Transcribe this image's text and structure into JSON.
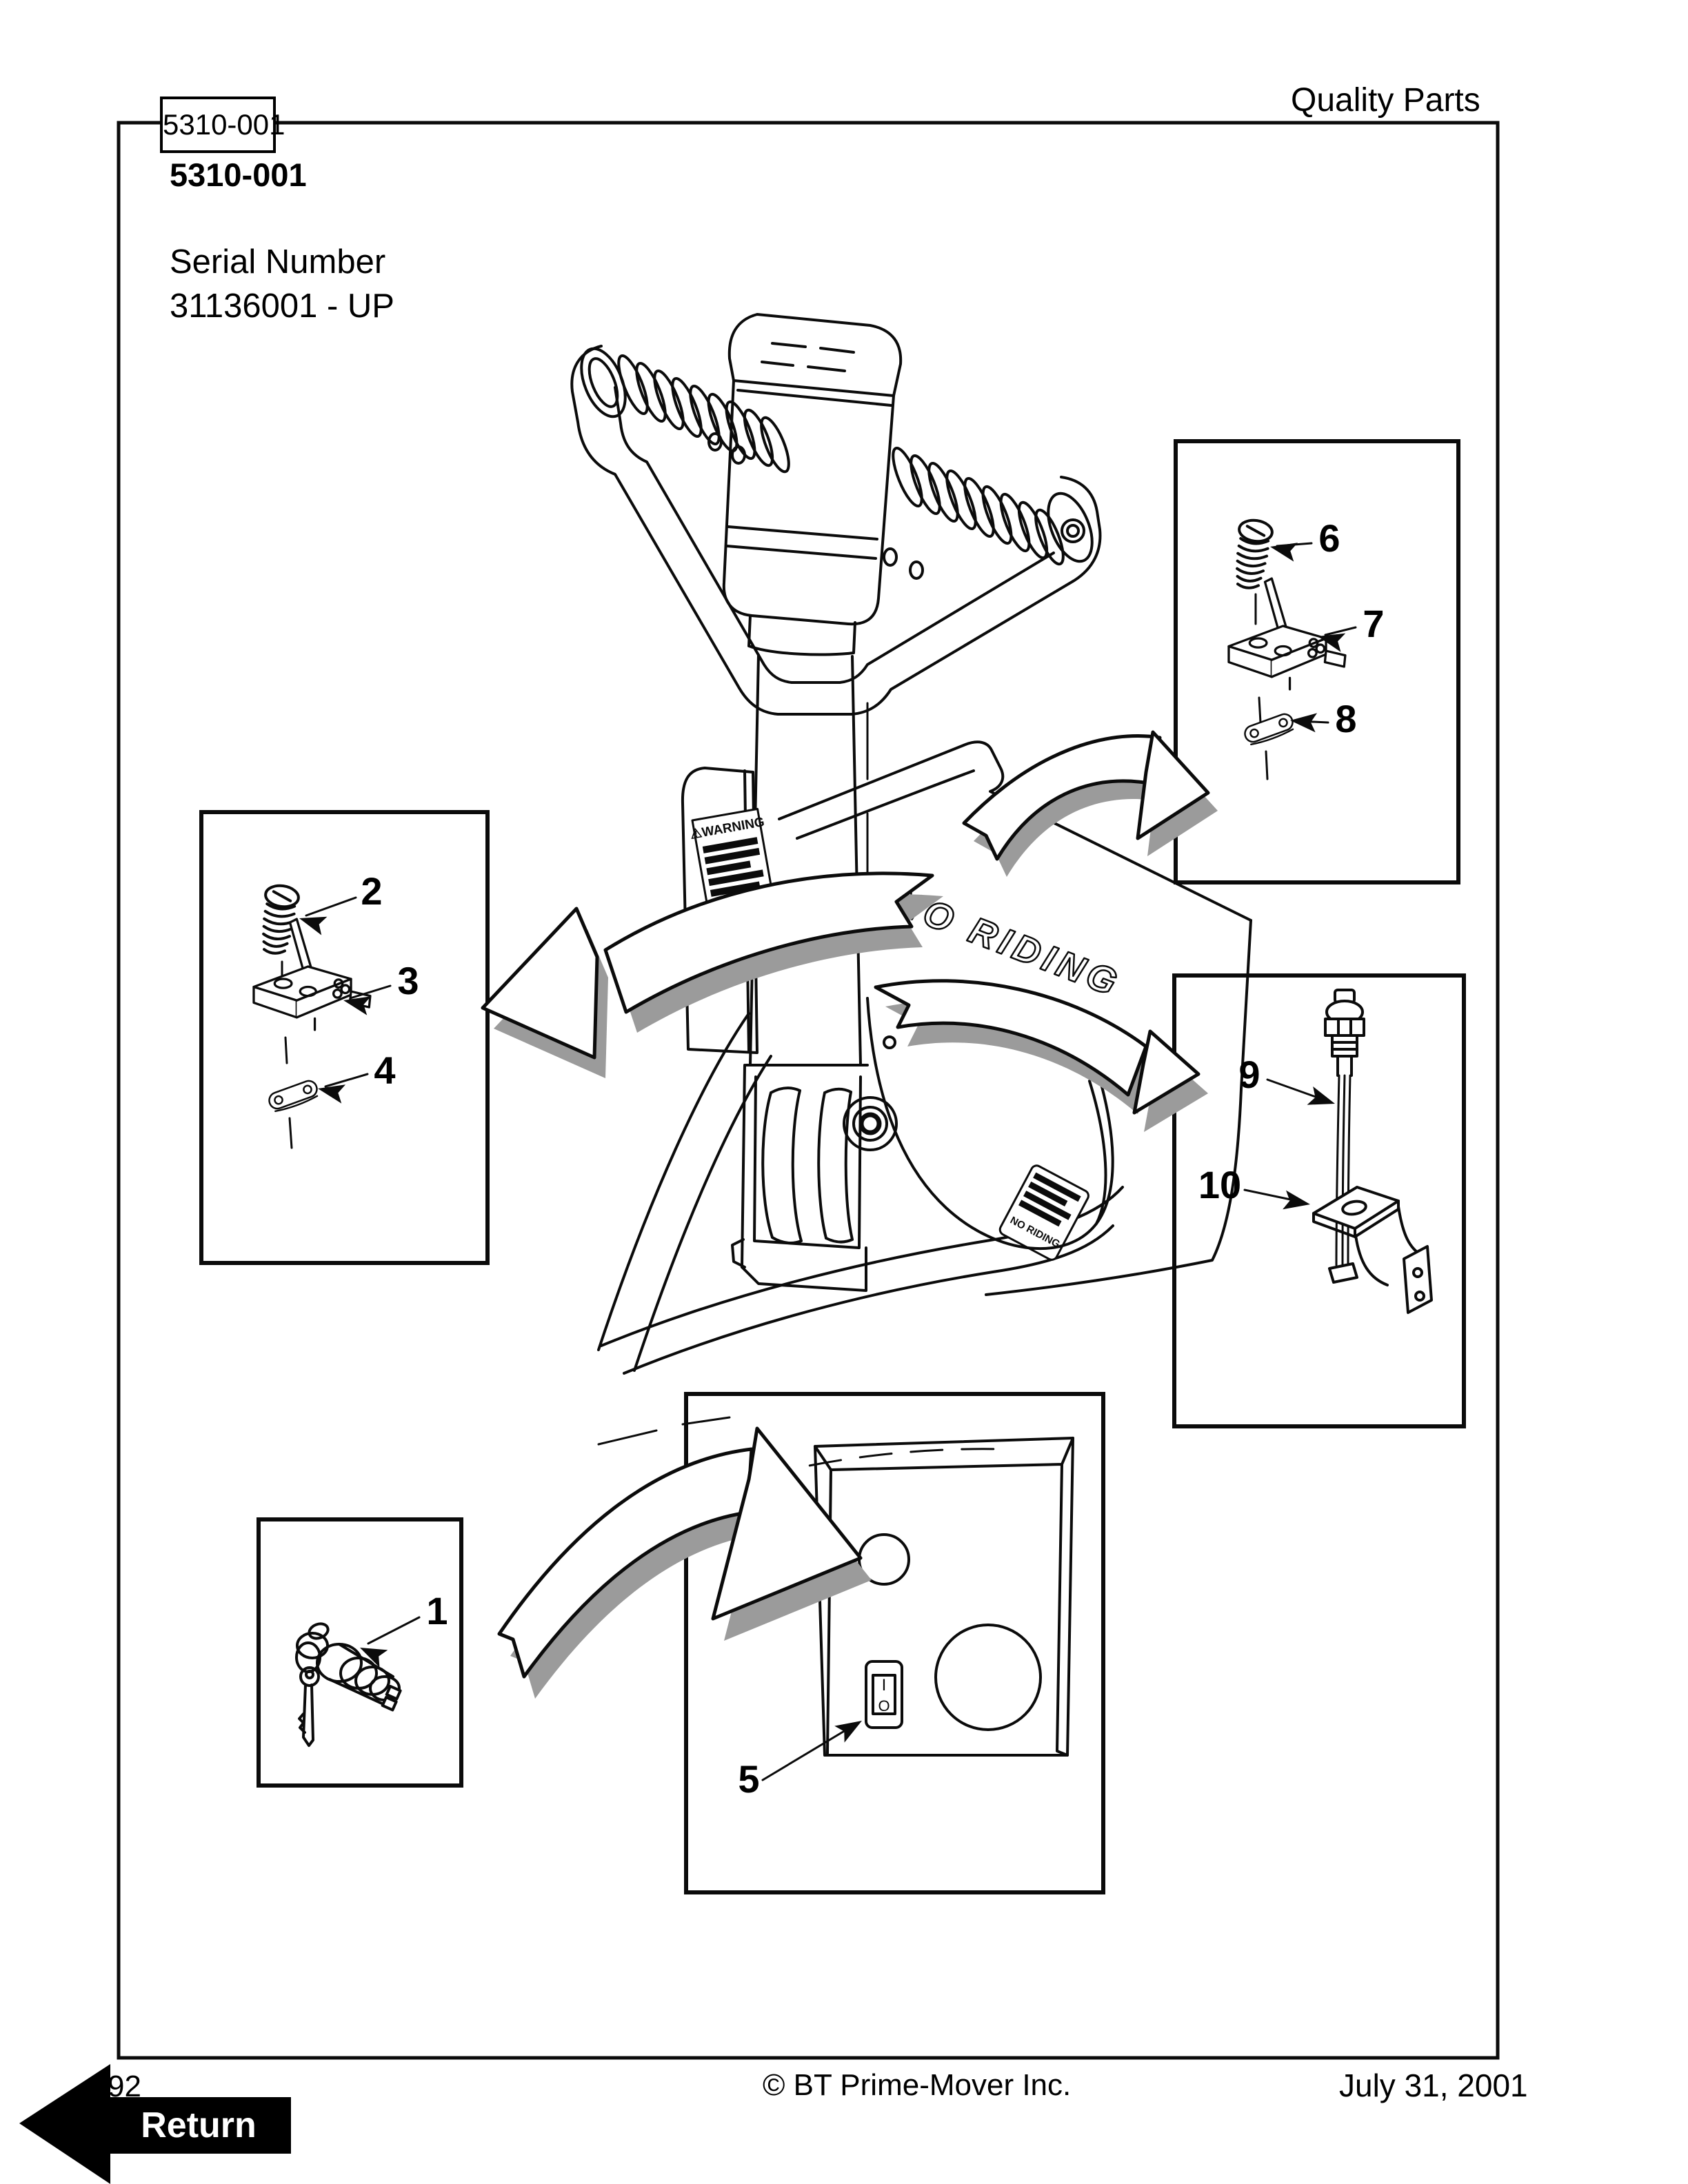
{
  "header": {
    "tab_code": "5310-001",
    "quality_parts": "Quality Parts",
    "section_code": "5310-001",
    "serial_label": "Serial Number",
    "serial_range": "31136001 - UP"
  },
  "footer": {
    "page_number": "92",
    "copyright": "© BT Prime-Mover Inc.",
    "date": "July 31, 2001"
  },
  "nav": {
    "return_label": "Return"
  },
  "diagram": {
    "labels": {
      "no_riding": "NO RIDING",
      "warning_full": "⚠WARNING",
      "side_label": "NO RIDING",
      "switch_on": "I",
      "switch_off": "O"
    },
    "colors": {
      "ink": "#0b0b0b",
      "shadow": "#9b9b9b",
      "paper": "#ffffff"
    },
    "callouts": [
      {
        "label": "1"
      },
      {
        "label": "2"
      },
      {
        "label": "3"
      },
      {
        "label": "4"
      },
      {
        "label": "5"
      },
      {
        "label": "6"
      },
      {
        "label": "7"
      },
      {
        "label": "8"
      },
      {
        "label": "9"
      },
      {
        "label": "10"
      }
    ]
  }
}
